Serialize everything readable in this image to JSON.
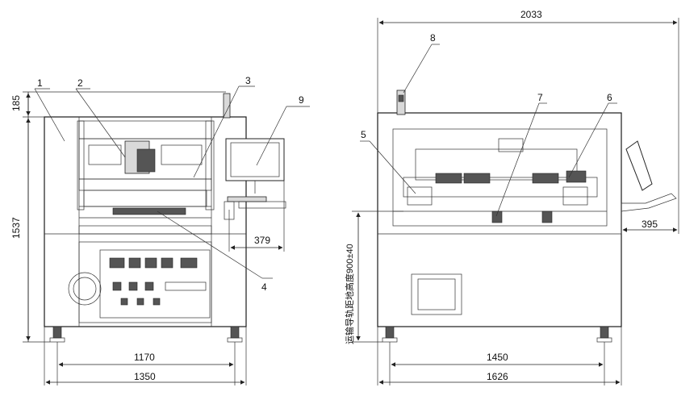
{
  "callouts": {
    "c1": "1",
    "c2": "2",
    "c3": "3",
    "c4": "4",
    "c5": "5",
    "c6": "6",
    "c7": "7",
    "c8": "8",
    "c9": "9"
  },
  "dimensions": {
    "front_height_top": "185",
    "front_height_total": "1537",
    "front_inner_width": "1170",
    "front_total_width": "1350",
    "monitor_offset": "379",
    "side_total_width": "2033",
    "side_offset": "395",
    "side_inner_width": "1450",
    "side_body_width": "1626"
  },
  "annotations": {
    "rail_height": "运输导轨距地高度900±40"
  }
}
